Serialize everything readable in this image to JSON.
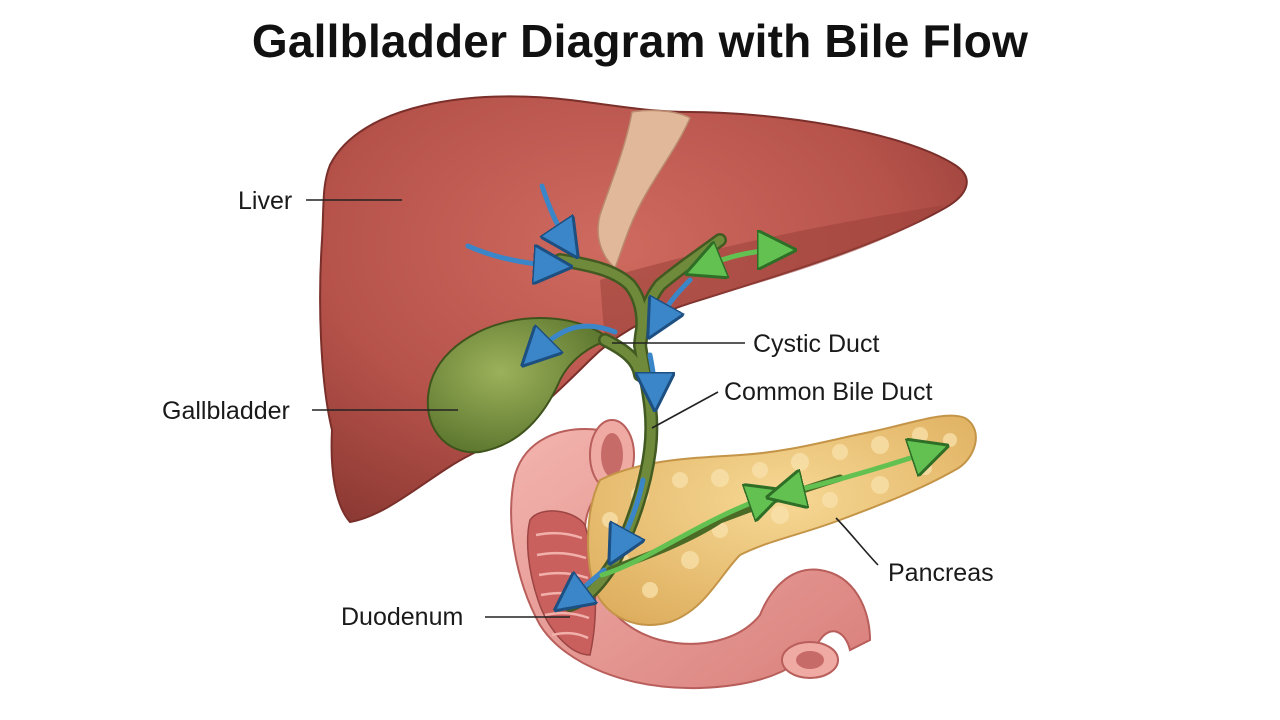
{
  "title": "Gallbladder Diagram with Bile Flow",
  "labels": {
    "liver": "Liver",
    "gallbladder": "Gallbladder",
    "cystic_duct": "Cystic Duct",
    "common_bile_duct": "Common Bile Duct",
    "pancreas": "Pancreas",
    "duodenum": "Duodenum"
  },
  "colors": {
    "liver": "#b5524a",
    "gallbladder": "#6e8a3a",
    "duct": "#5e7a34",
    "pancreas": "#ecc27a",
    "duodenum": "#e89a96",
    "bile_flow_arrow": "#3a86c8",
    "pancreatic_flow_arrow": "#5cb84c"
  }
}
